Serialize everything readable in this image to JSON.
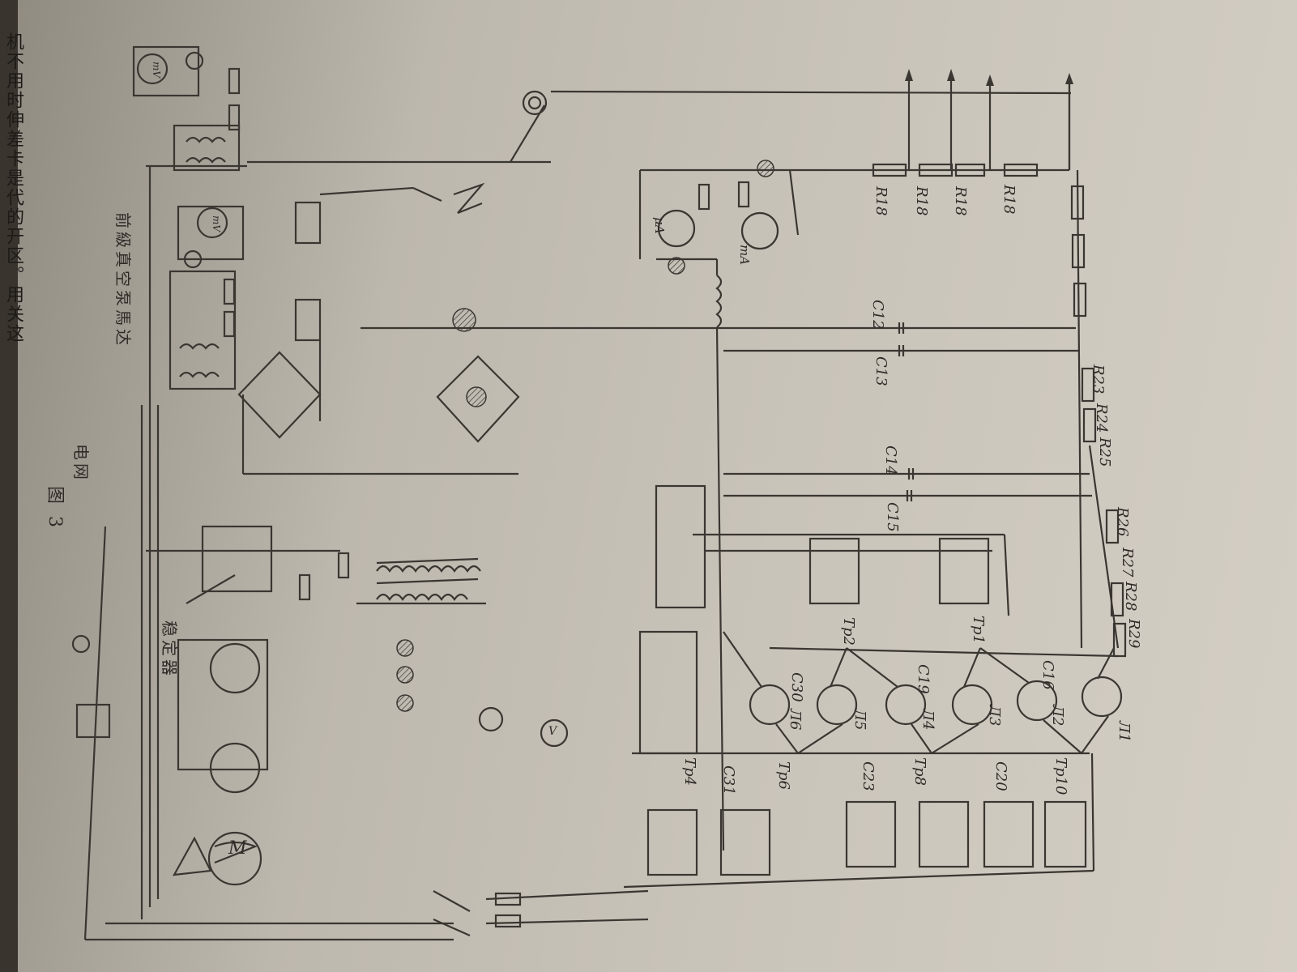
{
  "edge_text": "机不用时伸差卡是代的开区。用关这",
  "figure_caption": "图 3",
  "labels": {
    "vacuum_pump_motor": "前級真空泵馬达",
    "mains": "电网",
    "stabilizer": "稳定器",
    "motor": "M",
    "microammeter": "μA",
    "milliammeter": "mA",
    "millivolt_1": "mV",
    "millivolt_2": "mV",
    "voltmeter": "V"
  },
  "resistors": [
    "R18",
    "R18",
    "R18",
    "R18",
    "R23",
    "R24",
    "R25",
    "R26",
    "R27",
    "R28",
    "R29"
  ],
  "capacitors": [
    "C12",
    "C13",
    "C14",
    "C15",
    "C16",
    "C19",
    "C20",
    "C23",
    "C30",
    "C31"
  ],
  "tubes": [
    "Л1",
    "Л2",
    "Л3",
    "Л4",
    "Л5",
    "Л6"
  ],
  "transformers": [
    "Тр1",
    "Тр2",
    "Тр4",
    "Тр6",
    "Тр8",
    "Тр10"
  ]
}
